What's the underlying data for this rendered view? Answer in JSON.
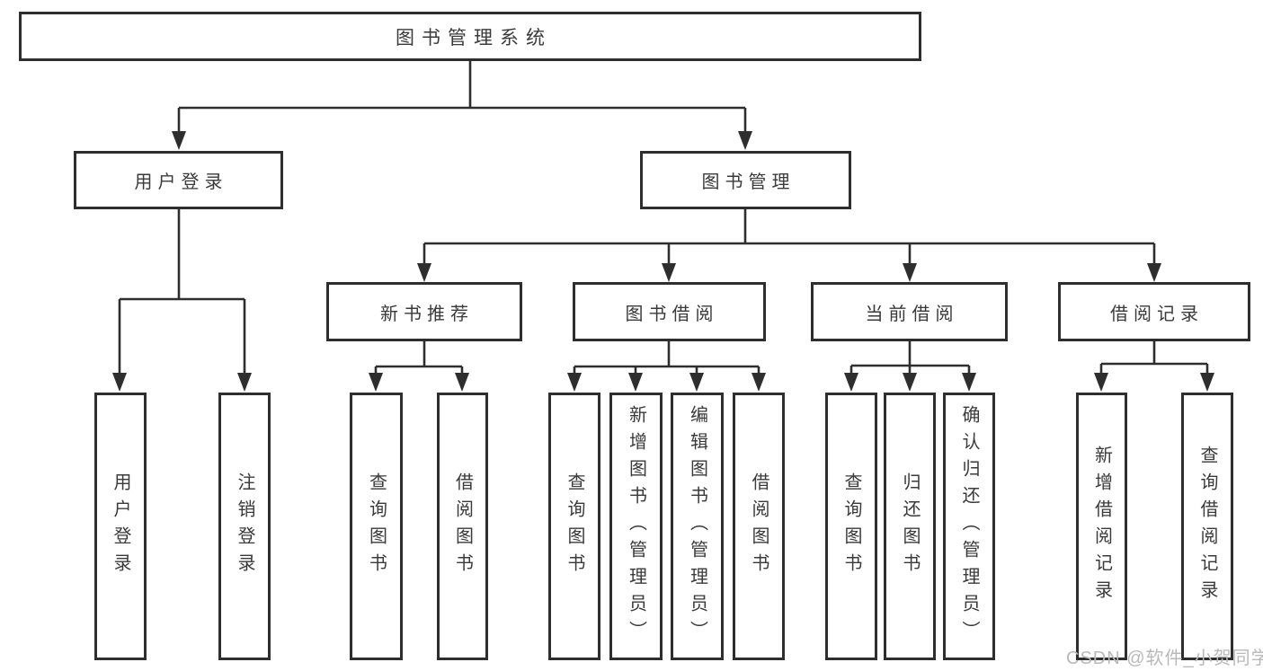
{
  "tree": {
    "root": {
      "label": "图书管理系统"
    },
    "branches": [
      {
        "label": "用户登录",
        "children": [
          {
            "label": "用户登录"
          },
          {
            "label": "注销登录"
          }
        ]
      },
      {
        "label": "图书管理",
        "children": [
          {
            "label": "新书推荐",
            "children": [
              {
                "label": "查询图书"
              },
              {
                "label": "借阅图书"
              }
            ]
          },
          {
            "label": "图书借阅",
            "children": [
              {
                "label": "查询图书"
              },
              {
                "label": "新增图书（管理员）"
              },
              {
                "label": "编辑图书（管理员）"
              },
              {
                "label": "借阅图书"
              }
            ]
          },
          {
            "label": "当前借阅",
            "children": [
              {
                "label": "查询图书"
              },
              {
                "label": "归还图书"
              },
              {
                "label": "确认归还（管理员）"
              }
            ]
          },
          {
            "label": "借阅记录",
            "children": [
              {
                "label": "新增借阅记录"
              },
              {
                "label": "查询借阅记录"
              }
            ]
          }
        ]
      }
    ]
  },
  "watermark": {
    "text": "CSDN @软件_小贺同学"
  },
  "colors": {
    "line": "#2e2e2e",
    "text": "#3a3a3a",
    "box_background": "#ffffff",
    "page_background": "#ffffff",
    "watermark": "#b9b9b9"
  }
}
